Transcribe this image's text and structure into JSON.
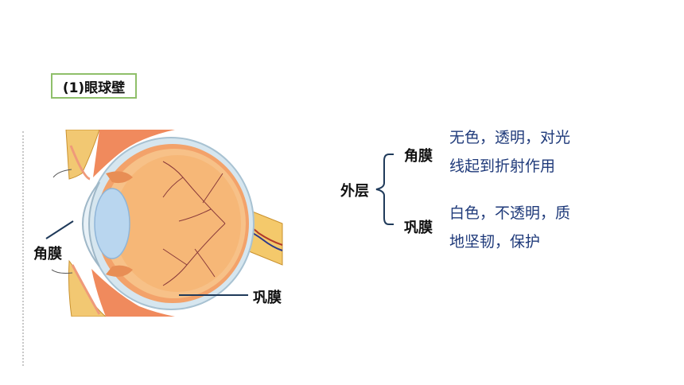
{
  "title": "(1)眼球壁",
  "figure_labels": {
    "cornea": "角膜",
    "sclera": "巩膜"
  },
  "tree": {
    "root": "外层",
    "branches": [
      {
        "name": "角膜",
        "desc_line1": "无色，透明，对光",
        "desc_line2": "线起到折射作用"
      },
      {
        "name": "巩膜",
        "desc_line1": "白色，不透明，质",
        "desc_line2": "地坚韧，保护"
      }
    ]
  },
  "colors": {
    "title_border": "#8fbf6a",
    "desc_text": "#1f3a7a",
    "leader_line": "#1f3a5a"
  }
}
